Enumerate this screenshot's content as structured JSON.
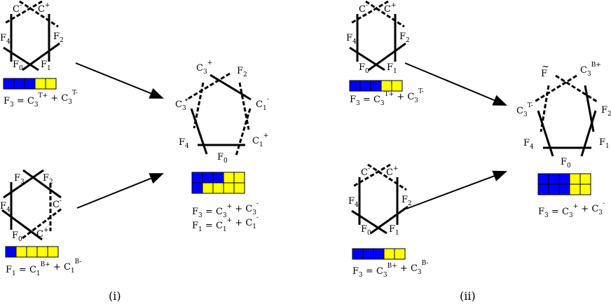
{
  "colors": {
    "blue": "#0000ff",
    "yellow": "#ffff00",
    "line": "#000000"
  },
  "panels": [
    {
      "id": "top-left-hexagon",
      "labels": [
        {
          "b": "C",
          "sup": "-"
        },
        {
          "b": "C",
          "sup": "+"
        },
        {
          "b": "F",
          "sub": "4"
        },
        {
          "b": "F",
          "sub": "2"
        },
        {
          "b": "F",
          "sub": "0"
        },
        {
          "b": "F",
          "sub": "1"
        }
      ],
      "bar": [
        [
          "blue",
          "blue",
          "blue",
          "yellow",
          "yellow"
        ]
      ],
      "equations": [
        [
          {
            "b": "F",
            "sub": "3"
          },
          {
            "b": " = "
          },
          {
            "b": "C",
            "sub": "3",
            "sup": "T+"
          },
          {
            "b": " + "
          },
          {
            "b": "C",
            "sub": "3",
            "sup": "T-"
          }
        ]
      ]
    },
    {
      "id": "bottom-left-hexagon",
      "labels": [
        {
          "b": "F",
          "sub": "3"
        },
        {
          "b": "F",
          "sub": "2"
        },
        {
          "b": "F",
          "sub": "4"
        },
        {
          "b": "C",
          "sup": "-"
        },
        {
          "b": "F",
          "sub": "0"
        },
        {
          "b": "C",
          "sup": "+"
        }
      ],
      "bar": [
        [
          "blue",
          "yellow",
          "yellow",
          "yellow",
          "yellow"
        ]
      ],
      "equations": [
        [
          {
            "b": "F",
            "sub": "1"
          },
          {
            "b": " = "
          },
          {
            "b": "C",
            "sub": "1",
            "sup": "B+"
          },
          {
            "b": " + "
          },
          {
            "b": "C",
            "sub": "1",
            "sup": "B-"
          }
        ]
      ]
    },
    {
      "id": "middle-pentagon",
      "labels": [
        {
          "b": "C",
          "sub": "3",
          "sup": "+"
        },
        {
          "b": "F",
          "sub": "2"
        },
        {
          "b": "C",
          "sub": "3",
          "sup": "-"
        },
        {
          "b": "C",
          "sub": "1",
          "sup": "-"
        },
        {
          "b": "F",
          "sub": "4"
        },
        {
          "b": "C",
          "sub": "1",
          "sup": "+"
        },
        {
          "b": "F",
          "sub": "0"
        }
      ],
      "bar": [
        [
          "blue",
          "blue",
          "blue",
          "yellow",
          "yellow"
        ],
        [
          "blue",
          "yellow",
          "yellow",
          "yellow",
          "yellow"
        ]
      ],
      "equations": [
        [
          {
            "b": "F",
            "sub": "3"
          },
          {
            "b": " = "
          },
          {
            "b": "C",
            "sub": "3",
            "sup": "+"
          },
          {
            "b": " + "
          },
          {
            "b": "C",
            "sub": "3",
            "sup": "-"
          }
        ],
        [
          {
            "b": "F",
            "sub": "1"
          },
          {
            "b": " = "
          },
          {
            "b": "C",
            "sub": "1",
            "sup": "+"
          },
          {
            "b": " + "
          },
          {
            "b": "C",
            "sub": "1",
            "sup": "-"
          }
        ]
      ]
    },
    {
      "id": "top-right-hexagon",
      "labels": [
        {
          "b": "C",
          "sup": "-"
        },
        {
          "b": "C",
          "sup": "+"
        },
        {
          "b": "F",
          "sub": "4"
        },
        {
          "b": "F",
          "sub": "2"
        },
        {
          "b": "F",
          "sub": "0"
        },
        {
          "b": "F",
          "sub": "1"
        }
      ],
      "bar": [
        [
          "blue",
          "blue",
          "blue",
          "yellow",
          "yellow"
        ]
      ],
      "equations": [
        [
          {
            "b": "F",
            "sub": "3"
          },
          {
            "b": " = "
          },
          {
            "b": "C",
            "sub": "3",
            "sup": "T+"
          },
          {
            "b": " + "
          },
          {
            "b": "C",
            "sub": "3",
            "sup": "T-"
          }
        ]
      ]
    },
    {
      "id": "bottom-right-hexagon",
      "labels": [
        {
          "b": "C",
          "sup": "-"
        },
        {
          "b": "C",
          "sup": "+"
        },
        {
          "b": "F",
          "sub": "4"
        },
        {
          "b": "F",
          "sub": "2"
        },
        {
          "b": "F",
          "sub": "0"
        },
        {
          "b": "F",
          "sub": "1"
        }
      ],
      "bar": [
        [
          "blue",
          "blue",
          "blue",
          "yellow",
          "yellow"
        ]
      ],
      "equations": [
        [
          {
            "b": "F",
            "sub": "3"
          },
          {
            "b": " = "
          },
          {
            "b": "C",
            "sub": "3",
            "sup": "B+"
          },
          {
            "b": " + "
          },
          {
            "b": "C",
            "sub": "3",
            "sup": "B-"
          }
        ]
      ]
    },
    {
      "id": "right-pentagon",
      "labels": [
        {
          "b": "F",
          "tilde": true
        },
        {
          "b": "C",
          "sub": "3",
          "sup": "B+"
        },
        {
          "b": "C",
          "sub": "3",
          "sup": "T-"
        },
        {
          "b": "F",
          "sub": "2"
        },
        {
          "b": "F",
          "sub": "4"
        },
        {
          "b": "F",
          "sub": "1"
        },
        {
          "b": "F",
          "sub": "0"
        }
      ],
      "bar": [
        [
          "blue",
          "blue",
          "blue",
          "yellow",
          "yellow"
        ],
        [
          "blue",
          "blue",
          "blue",
          "yellow",
          "yellow"
        ]
      ],
      "equations": [
        [
          {
            "b": "F",
            "sub": "3"
          },
          {
            "b": " = "
          },
          {
            "b": "C",
            "sub": "3",
            "sup": "+"
          },
          {
            "b": " + "
          },
          {
            "b": "C",
            "sub": "3",
            "sup": "-"
          }
        ]
      ]
    }
  ],
  "captions": {
    "left": "(i)",
    "right": "(ii)"
  }
}
